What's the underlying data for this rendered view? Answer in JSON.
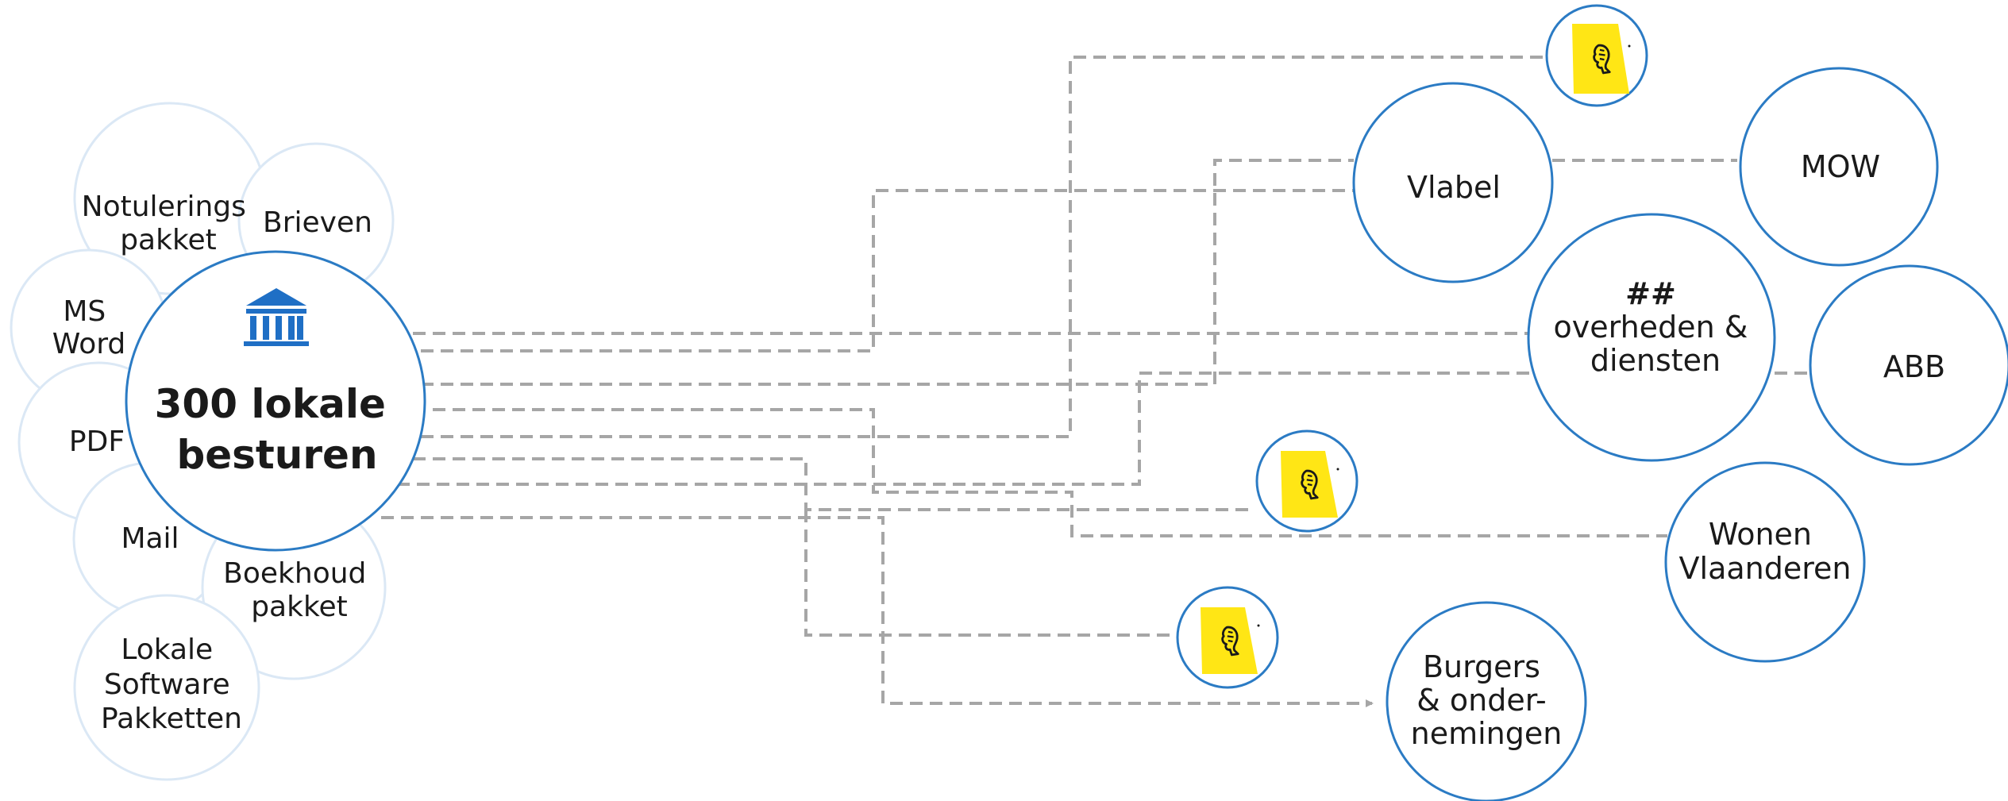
{
  "sources": [
    {
      "id": "notulering",
      "lines": [
        "Notulerings",
        "pakket"
      ]
    },
    {
      "id": "brieven",
      "lines": [
        "Brieven"
      ]
    },
    {
      "id": "msword",
      "lines": [
        "MS",
        "Word"
      ]
    },
    {
      "id": "pdf",
      "lines": [
        "PDF"
      ]
    },
    {
      "id": "mail",
      "lines": [
        "Mail"
      ]
    },
    {
      "id": "boekhoud",
      "lines": [
        "Boekhoud",
        "pakket"
      ]
    },
    {
      "id": "lokale-software",
      "lines": [
        "Lokale",
        "Software",
        "Pakketten"
      ]
    }
  ],
  "hub": {
    "lines": [
      "300 lokale",
      "besturen"
    ],
    "icon": "bank-building-icon"
  },
  "destinations": [
    {
      "id": "vlabel",
      "lines": [
        "Vlabel"
      ]
    },
    {
      "id": "mow",
      "lines": [
        "MOW"
      ]
    },
    {
      "id": "overheden",
      "lines": [
        "##",
        "overheden &",
        "diensten"
      ]
    },
    {
      "id": "abb",
      "lines": [
        "ABB"
      ]
    },
    {
      "id": "wonen",
      "lines": [
        "Wonen",
        "Vlaanderen"
      ]
    },
    {
      "id": "burgers",
      "lines": [
        "Burgers",
        "& onder-",
        "nemingen"
      ]
    }
  ],
  "logo_nodes": [
    {
      "id": "logo-top",
      "icon": "vlaanderen-lion-logo-icon"
    },
    {
      "id": "logo-middle",
      "icon": "vlaanderen-lion-logo-icon"
    },
    {
      "id": "logo-bottom",
      "icon": "vlaanderen-lion-logo-icon"
    }
  ],
  "colors": {
    "hub_border": "#2b7bc4",
    "icon_blue": "#1f6fc5",
    "source_border": "#dbe8f5",
    "connector": "#a6a6a6",
    "logo_yellow": "#ffe615",
    "text": "#1a1a1a"
  }
}
